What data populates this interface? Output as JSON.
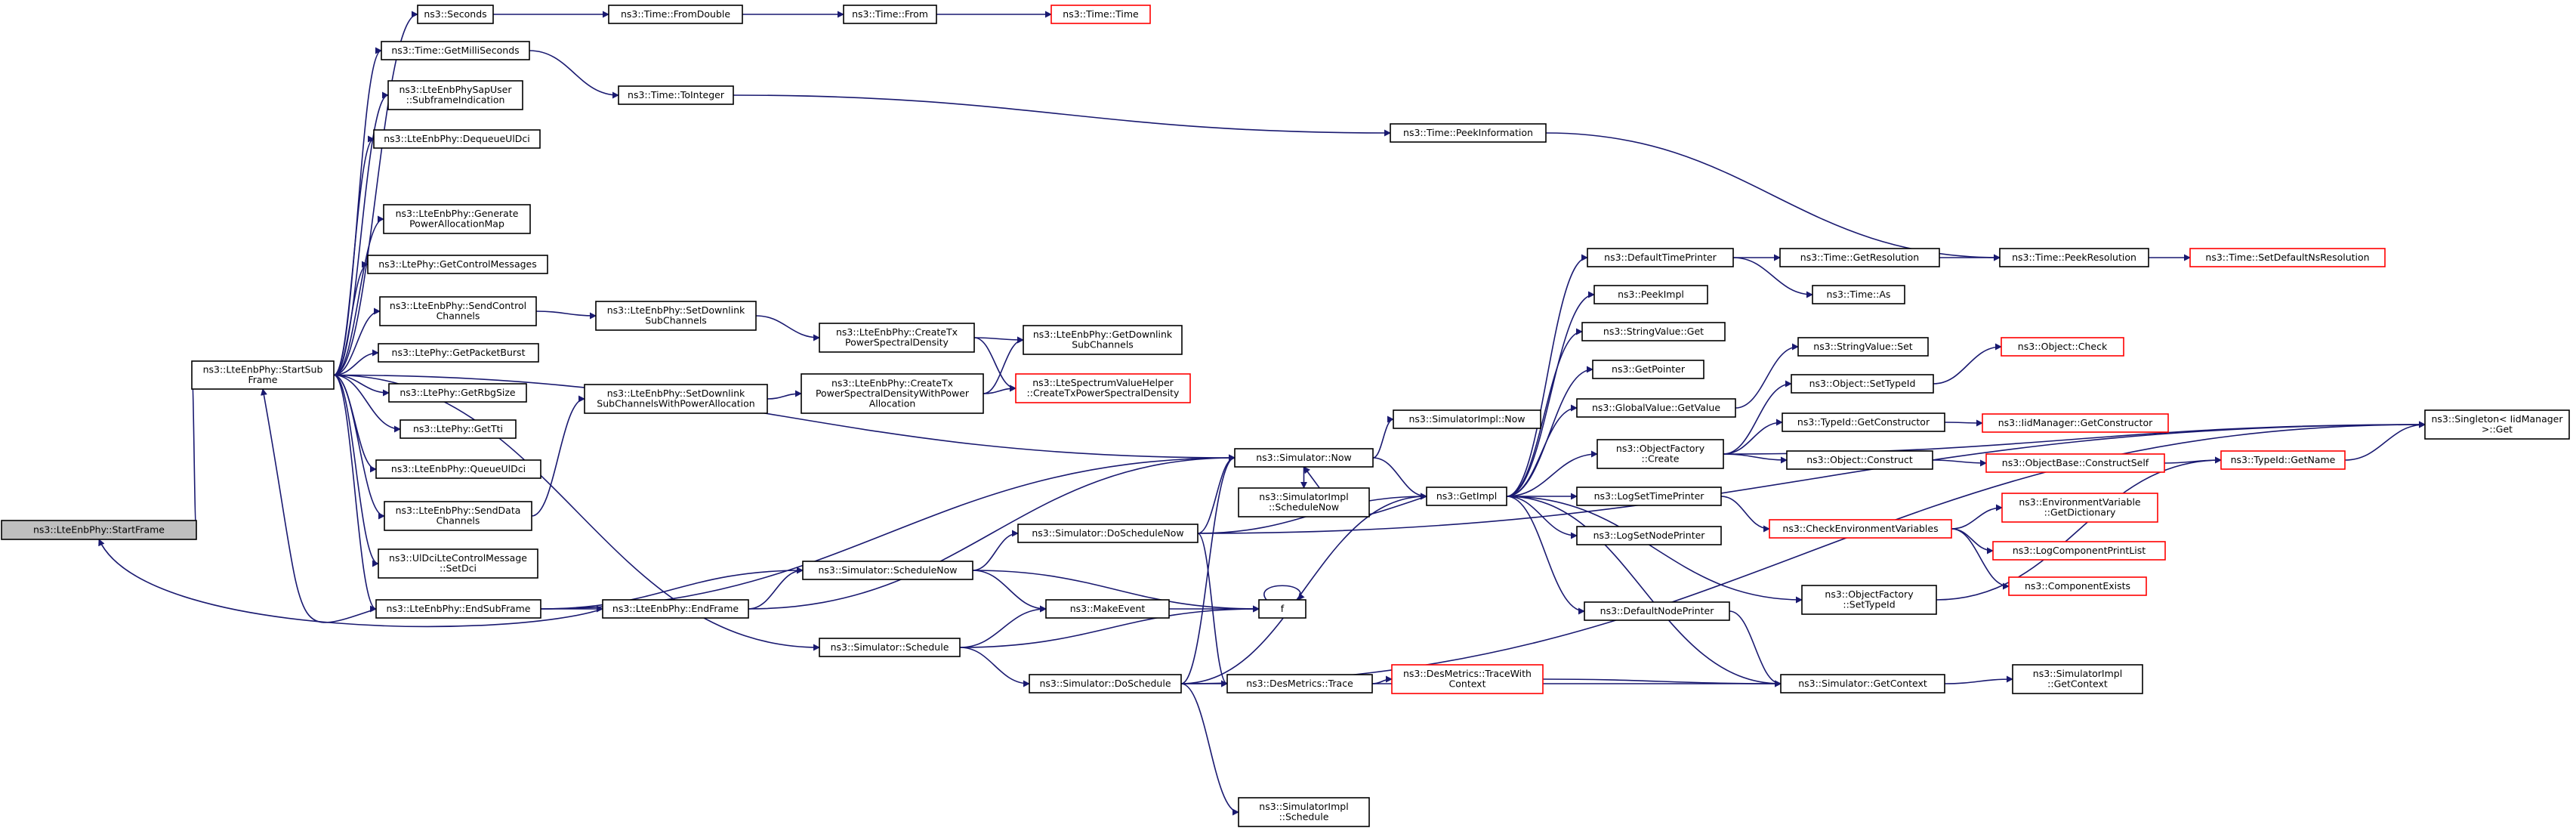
{
  "colors": {
    "edge": "#191970",
    "box_border": "#000000",
    "box_border_external": "#ff0000",
    "focus_fill": "#bfbfbf",
    "box_fill": "#ffffff",
    "text": "#000000",
    "red_text": "#ff0000"
  },
  "diagram": {
    "type": "call-graph",
    "focus_node": "start_frame",
    "nodes": [
      {
        "id": "start_frame",
        "lines": [
          "ns3::LteEnbPhy::StartFrame"
        ],
        "style": "focus"
      },
      {
        "id": "start_subframe",
        "lines": [
          "ns3::LteEnbPhy::StartSub",
          "Frame"
        ],
        "style": "normal"
      },
      {
        "id": "seconds",
        "lines": [
          "ns3::Seconds"
        ],
        "style": "normal"
      },
      {
        "id": "get_milliseconds",
        "lines": [
          "ns3::Time::GetMilliSeconds"
        ],
        "style": "normal"
      },
      {
        "id": "subframe_indication",
        "lines": [
          "ns3::LteEnbPhySapUser",
          "::SubframeIndication"
        ],
        "style": "normal"
      },
      {
        "id": "dequeue_ul_dci",
        "lines": [
          "ns3::LteEnbPhy::DequeueUlDci"
        ],
        "style": "normal"
      },
      {
        "id": "generate_power_alloc",
        "lines": [
          "ns3::LteEnbPhy::Generate",
          "PowerAllocationMap"
        ],
        "style": "normal"
      },
      {
        "id": "get_control_messages",
        "lines": [
          "ns3::LtePhy::GetControlMessages"
        ],
        "style": "normal"
      },
      {
        "id": "send_control_channels",
        "lines": [
          "ns3::LteEnbPhy::SendControl",
          "Channels"
        ],
        "style": "normal"
      },
      {
        "id": "get_packet_burst",
        "lines": [
          "ns3::LtePhy::GetPacketBurst"
        ],
        "style": "normal"
      },
      {
        "id": "get_rbg_size",
        "lines": [
          "ns3::LtePhy::GetRbgSize"
        ],
        "style": "normal"
      },
      {
        "id": "get_tti",
        "lines": [
          "ns3::LtePhy::GetTti"
        ],
        "style": "normal"
      },
      {
        "id": "queue_ul_dci",
        "lines": [
          "ns3::LteEnbPhy::QueueUlDci"
        ],
        "style": "normal"
      },
      {
        "id": "send_data_channels",
        "lines": [
          "ns3::LteEnbPhy::SendData",
          "Channels"
        ],
        "style": "normal"
      },
      {
        "id": "ul_dci_set_dci",
        "lines": [
          "ns3::UlDciLteControlMessage",
          "::SetDci"
        ],
        "style": "normal"
      },
      {
        "id": "end_subframe",
        "lines": [
          "ns3::LteEnbPhy::EndSubFrame"
        ],
        "style": "normal"
      },
      {
        "id": "from_double",
        "lines": [
          "ns3::Time::FromDouble"
        ],
        "style": "normal"
      },
      {
        "id": "time_from",
        "lines": [
          "ns3::Time::From"
        ],
        "style": "normal"
      },
      {
        "id": "time_time",
        "lines": [
          "ns3::Time::Time"
        ],
        "style": "external"
      },
      {
        "id": "to_integer",
        "lines": [
          "ns3::Time::ToInteger"
        ],
        "style": "normal"
      },
      {
        "id": "peek_information",
        "lines": [
          "ns3::Time::PeekInformation"
        ],
        "style": "normal"
      },
      {
        "id": "set_dl_subchannels",
        "lines": [
          "ns3::LteEnbPhy::SetDownlink",
          "SubChannels"
        ],
        "style": "normal"
      },
      {
        "id": "set_dl_subchannels_power",
        "lines": [
          "ns3::LteEnbPhy::SetDownlink",
          "SubChannelsWithPowerAllocation"
        ],
        "style": "normal"
      },
      {
        "id": "create_tx_psd",
        "lines": [
          "ns3::LteEnbPhy::CreateTx",
          "PowerSpectralDensity"
        ],
        "style": "normal"
      },
      {
        "id": "create_tx_psd_power",
        "lines": [
          "ns3::LteEnbPhy::CreateTx",
          "PowerSpectralDensityWithPower",
          "Allocation"
        ],
        "style": "normal"
      },
      {
        "id": "get_dl_subchannels",
        "lines": [
          "ns3::LteEnbPhy::GetDownlink",
          "SubChannels"
        ],
        "style": "normal"
      },
      {
        "id": "spectrum_helper",
        "lines": [
          "ns3::LteSpectrumValueHelper",
          "::CreateTxPowerSpectralDensity"
        ],
        "style": "external"
      },
      {
        "id": "end_frame",
        "lines": [
          "ns3::LteEnbPhy::EndFrame"
        ],
        "style": "normal"
      },
      {
        "id": "simulator_schedule",
        "lines": [
          "ns3::Simulator::Schedule"
        ],
        "style": "normal"
      },
      {
        "id": "simulator_schedule_now",
        "lines": [
          "ns3::Simulator::ScheduleNow"
        ],
        "style": "normal"
      },
      {
        "id": "do_schedule_now",
        "lines": [
          "ns3::Simulator::DoScheduleNow"
        ],
        "style": "normal"
      },
      {
        "id": "do_schedule",
        "lines": [
          "ns3::Simulator::DoSchedule"
        ],
        "style": "normal"
      },
      {
        "id": "simulator_now",
        "lines": [
          "ns3::Simulator::Now"
        ],
        "style": "normal"
      },
      {
        "id": "simimpl_now",
        "lines": [
          "ns3::SimulatorImpl::Now"
        ],
        "style": "normal"
      },
      {
        "id": "simimpl_schedule_now",
        "lines": [
          "ns3::SimulatorImpl",
          "::ScheduleNow"
        ],
        "style": "normal"
      },
      {
        "id": "make_event",
        "lines": [
          "ns3::MakeEvent"
        ],
        "style": "normal"
      },
      {
        "id": "f_node",
        "lines": [
          "f"
        ],
        "style": "normal"
      },
      {
        "id": "des_trace",
        "lines": [
          "ns3::DesMetrics::Trace"
        ],
        "style": "normal"
      },
      {
        "id": "simimpl_schedule",
        "lines": [
          "ns3::SimulatorImpl",
          "::Schedule"
        ],
        "style": "normal"
      },
      {
        "id": "get_impl",
        "lines": [
          "ns3::GetImpl"
        ],
        "style": "normal"
      },
      {
        "id": "des_trace_context",
        "lines": [
          "ns3::DesMetrics::TraceWith",
          "Context"
        ],
        "style": "external"
      },
      {
        "id": "default_time_printer",
        "lines": [
          "ns3::DefaultTimePrinter"
        ],
        "style": "normal"
      },
      {
        "id": "peek_impl",
        "lines": [
          "ns3::PeekImpl"
        ],
        "style": "normal"
      },
      {
        "id": "string_value_get",
        "lines": [
          "ns3::StringValue::Get"
        ],
        "style": "normal"
      },
      {
        "id": "get_pointer",
        "lines": [
          "ns3::GetPointer"
        ],
        "style": "normal"
      },
      {
        "id": "global_value_get",
        "lines": [
          "ns3::GlobalValue::GetValue"
        ],
        "style": "normal"
      },
      {
        "id": "object_factory_create",
        "lines": [
          "ns3::ObjectFactory",
          "::Create"
        ],
        "style": "normal"
      },
      {
        "id": "log_set_time_printer",
        "lines": [
          "ns3::LogSetTimePrinter"
        ],
        "style": "normal"
      },
      {
        "id": "log_set_node_printer",
        "lines": [
          "ns3::LogSetNodePrinter"
        ],
        "style": "normal"
      },
      {
        "id": "default_node_printer",
        "lines": [
          "ns3::DefaultNodePrinter"
        ],
        "style": "normal"
      },
      {
        "id": "object_factory_settypeid",
        "lines": [
          "ns3::ObjectFactory",
          "::SetTypeId"
        ],
        "style": "normal"
      },
      {
        "id": "time_get_resolution",
        "lines": [
          "ns3::Time::GetResolution"
        ],
        "style": "normal"
      },
      {
        "id": "time_as",
        "lines": [
          "ns3::Time::As"
        ],
        "style": "normal"
      },
      {
        "id": "string_value_set",
        "lines": [
          "ns3::StringValue::Set"
        ],
        "style": "normal"
      },
      {
        "id": "object_settypeid",
        "lines": [
          "ns3::Object::SetTypeId"
        ],
        "style": "normal"
      },
      {
        "id": "typeid_get_constructor",
        "lines": [
          "ns3::TypeId::GetConstructor"
        ],
        "style": "normal"
      },
      {
        "id": "object_construct",
        "lines": [
          "ns3::Object::Construct"
        ],
        "style": "normal"
      },
      {
        "id": "check_env_vars",
        "lines": [
          "ns3::CheckEnvironmentVariables"
        ],
        "style": "external"
      },
      {
        "id": "simulator_get_context",
        "lines": [
          "ns3::Simulator::GetContext"
        ],
        "style": "normal"
      },
      {
        "id": "time_peek_resolution",
        "lines": [
          "ns3::Time::PeekResolution"
        ],
        "style": "normal"
      },
      {
        "id": "object_check",
        "lines": [
          "ns3::Object::Check"
        ],
        "style": "external"
      },
      {
        "id": "iid_get_constructor",
        "lines": [
          "ns3::IidManager::GetConstructor"
        ],
        "style": "external"
      },
      {
        "id": "objectbase_construct_self",
        "lines": [
          "ns3::ObjectBase::ConstructSelf"
        ],
        "style": "external"
      },
      {
        "id": "env_get_dictionary",
        "lines": [
          "ns3::EnvironmentVariable",
          "::GetDictionary"
        ],
        "style": "external"
      },
      {
        "id": "log_component_print_list",
        "lines": [
          "ns3::LogComponentPrintList"
        ],
        "style": "external"
      },
      {
        "id": "component_exists",
        "lines": [
          "ns3::ComponentExists"
        ],
        "style": "external"
      },
      {
        "id": "simimpl_get_context",
        "lines": [
          "ns3::SimulatorImpl",
          "::GetContext"
        ],
        "style": "normal"
      },
      {
        "id": "set_default_ns_resolution",
        "lines": [
          "ns3::Time::SetDefaultNsResolution"
        ],
        "style": "external"
      },
      {
        "id": "typeid_get_name",
        "lines": [
          "ns3::TypeId::GetName"
        ],
        "style": "external"
      },
      {
        "id": "singleton_get",
        "lines": [
          "ns3::Singleton< IidManager",
          " >::Get"
        ],
        "style": "normal"
      }
    ],
    "edges": [
      [
        "start_frame",
        "start_subframe"
      ],
      [
        "start_subframe",
        "seconds"
      ],
      [
        "start_subframe",
        "get_milliseconds"
      ],
      [
        "start_subframe",
        "subframe_indication"
      ],
      [
        "start_subframe",
        "dequeue_ul_dci"
      ],
      [
        "start_subframe",
        "generate_power_alloc"
      ],
      [
        "start_subframe",
        "get_control_messages"
      ],
      [
        "start_subframe",
        "send_control_channels"
      ],
      [
        "start_subframe",
        "get_packet_burst"
      ],
      [
        "start_subframe",
        "get_rbg_size"
      ],
      [
        "start_subframe",
        "get_tti"
      ],
      [
        "start_subframe",
        "queue_ul_dci"
      ],
      [
        "start_subframe",
        "send_data_channels"
      ],
      [
        "start_subframe",
        "ul_dci_set_dci"
      ],
      [
        "start_subframe",
        "end_subframe"
      ],
      [
        "start_subframe",
        "simulator_now"
      ],
      [
        "start_subframe",
        "simulator_schedule"
      ],
      [
        "seconds",
        "from_double"
      ],
      [
        "from_double",
        "time_from"
      ],
      [
        "time_from",
        "time_time"
      ],
      [
        "get_milliseconds",
        "to_integer"
      ],
      [
        "to_integer",
        "peek_information"
      ],
      [
        "peek_information",
        "time_peek_resolution"
      ],
      [
        "send_control_channels",
        "set_dl_subchannels"
      ],
      [
        "set_dl_subchannels",
        "create_tx_psd"
      ],
      [
        "create_tx_psd",
        "get_dl_subchannels"
      ],
      [
        "create_tx_psd",
        "spectrum_helper"
      ],
      [
        "send_data_channels",
        "set_dl_subchannels_power"
      ],
      [
        "set_dl_subchannels_power",
        "create_tx_psd_power"
      ],
      [
        "create_tx_psd_power",
        "get_dl_subchannels"
      ],
      [
        "create_tx_psd_power",
        "spectrum_helper"
      ],
      [
        "end_subframe",
        "start_subframe"
      ],
      [
        "end_subframe",
        "end_frame"
      ],
      [
        "end_subframe",
        "simulator_now"
      ],
      [
        "end_subframe",
        "simulator_schedule_now"
      ],
      [
        "end_frame",
        "start_frame"
      ],
      [
        "end_frame",
        "simulator_now"
      ],
      [
        "end_frame",
        "simulator_schedule_now"
      ],
      [
        "simulator_schedule_now",
        "do_schedule_now"
      ],
      [
        "simulator_schedule_now",
        "make_event"
      ],
      [
        "simulator_schedule_now",
        "f_node"
      ],
      [
        "simulator_schedule",
        "make_event"
      ],
      [
        "simulator_schedule",
        "do_schedule"
      ],
      [
        "simulator_schedule",
        "f_node"
      ],
      [
        "make_event",
        "f_node"
      ],
      [
        "f_node",
        "f_node"
      ],
      [
        "do_schedule_now",
        "simulator_now"
      ],
      [
        "do_schedule_now",
        "get_impl"
      ],
      [
        "do_schedule_now",
        "des_trace"
      ],
      [
        "do_schedule_now",
        "singleton_get"
      ],
      [
        "do_schedule",
        "simulator_now"
      ],
      [
        "do_schedule",
        "get_impl"
      ],
      [
        "do_schedule",
        "des_trace"
      ],
      [
        "do_schedule",
        "simimpl_schedule"
      ],
      [
        "do_schedule",
        "singleton_get"
      ],
      [
        "simulator_now",
        "simimpl_now"
      ],
      [
        "simulator_now",
        "get_impl"
      ],
      [
        "simulator_now",
        "simimpl_schedule_now"
      ],
      [
        "des_trace",
        "des_trace_context"
      ],
      [
        "des_trace",
        "simulator_get_context"
      ],
      [
        "des_trace_context",
        "simulator_get_context"
      ],
      [
        "get_impl",
        "default_time_printer"
      ],
      [
        "get_impl",
        "peek_impl"
      ],
      [
        "get_impl",
        "string_value_get"
      ],
      [
        "get_impl",
        "get_pointer"
      ],
      [
        "get_impl",
        "global_value_get"
      ],
      [
        "get_impl",
        "object_factory_create"
      ],
      [
        "get_impl",
        "log_set_time_printer"
      ],
      [
        "get_impl",
        "log_set_node_printer"
      ],
      [
        "get_impl",
        "default_node_printer"
      ],
      [
        "get_impl",
        "object_factory_settypeid"
      ],
      [
        "get_impl",
        "simulator_get_context"
      ],
      [
        "get_impl",
        "simulator_now"
      ],
      [
        "default_time_printer",
        "time_get_resolution"
      ],
      [
        "default_time_printer",
        "time_as"
      ],
      [
        "time_get_resolution",
        "time_peek_resolution"
      ],
      [
        "time_peek_resolution",
        "set_default_ns_resolution"
      ],
      [
        "global_value_get",
        "string_value_set"
      ],
      [
        "object_factory_create",
        "object_settypeid"
      ],
      [
        "object_factory_create",
        "typeid_get_constructor"
      ],
      [
        "object_factory_create",
        "object_construct"
      ],
      [
        "object_factory_create",
        "singleton_get"
      ],
      [
        "object_settypeid",
        "object_check"
      ],
      [
        "typeid_get_constructor",
        "iid_get_constructor"
      ],
      [
        "object_construct",
        "objectbase_construct_self"
      ],
      [
        "objectbase_construct_self",
        "typeid_get_name"
      ],
      [
        "typeid_get_name",
        "singleton_get"
      ],
      [
        "log_set_time_printer",
        "check_env_vars"
      ],
      [
        "check_env_vars",
        "env_get_dictionary"
      ],
      [
        "check_env_vars",
        "log_component_print_list"
      ],
      [
        "check_env_vars",
        "component_exists"
      ],
      [
        "default_node_printer",
        "simulator_get_context"
      ],
      [
        "object_factory_settypeid",
        "typeid_get_name"
      ],
      [
        "simulator_get_context",
        "simimpl_get_context"
      ]
    ]
  }
}
